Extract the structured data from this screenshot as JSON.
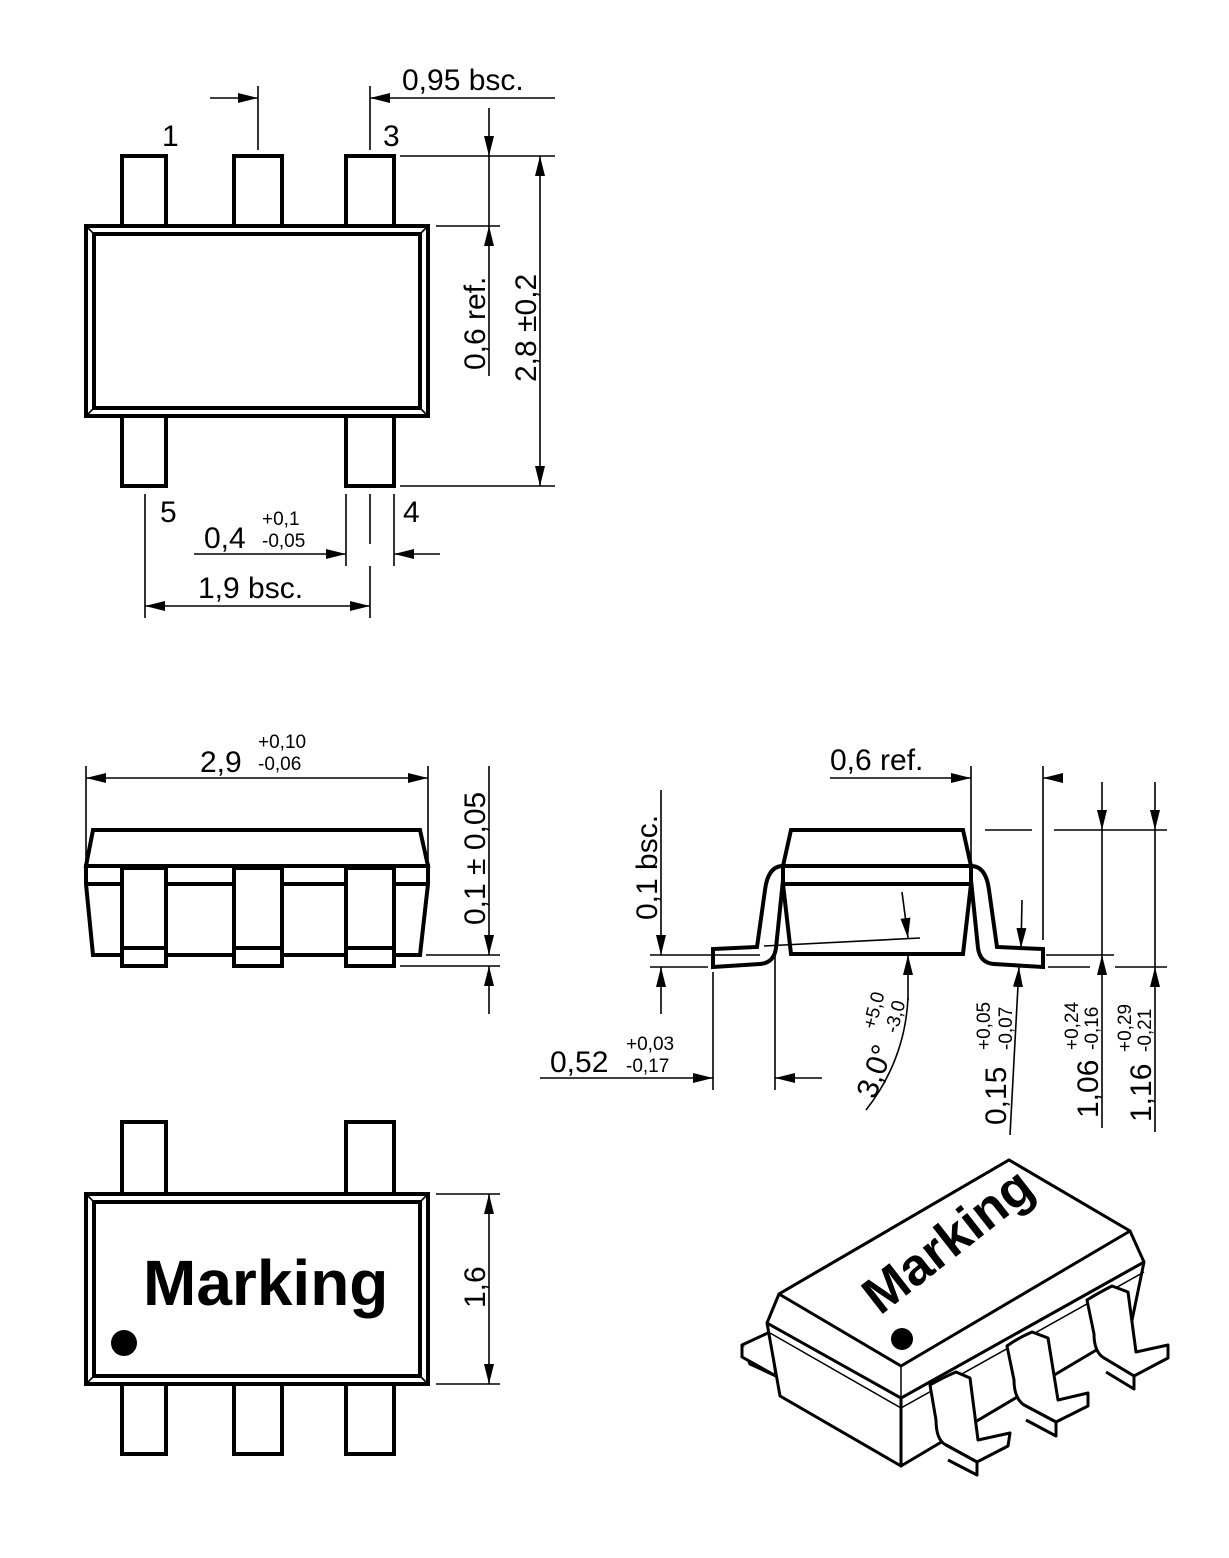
{
  "drawing": {
    "package_type": "SOT-23-5 style 5-lead package",
    "views": {
      "top_view": {
        "pin_labels": [
          "1",
          "3",
          "5",
          "4"
        ],
        "dims": {
          "pitch": "0,95  bsc.",
          "lead_length": "0,6  ref.",
          "overall_width": "2,8 ±0,2",
          "lead_width_nominal": "0,4",
          "lead_width_tol_plus": "+0,1",
          "lead_width_tol_minus": "-0,05",
          "pin_span": "1,9  bsc."
        }
      },
      "front_view": {
        "dims": {
          "body_length_nominal": "2,9",
          "body_length_tol_plus": "+0,10",
          "body_length_tol_minus": "-0,06",
          "standoff": "0,1 ± 0,05"
        }
      },
      "side_view": {
        "dims": {
          "lead_ref": "0,6  ref.",
          "lead_offset": "0,1  bsc.",
          "foot_length_nominal": "0,52",
          "foot_length_tol_plus": "+0,03",
          "foot_length_tol_minus": "-0,17",
          "angle_nominal": "3,0°",
          "angle_tol_plus": "+5,0",
          "angle_tol_minus": "-3,0",
          "lead_thickness_nominal": "0,15",
          "lead_thickness_tol_plus": "+0,05",
          "lead_thickness_tol_minus": "-0,07",
          "body_height_nominal": "1,06",
          "body_height_tol_plus": "+0,24",
          "body_height_tol_minus": "-0,16",
          "total_height_nominal": "1,16",
          "total_height_tol_plus": "+0,29",
          "total_height_tol_minus": "-0,21"
        }
      },
      "bottom_view": {
        "marking_text": "Marking",
        "dims": {
          "body_width": "1,6"
        }
      },
      "isometric_view": {
        "marking_text": "Marking"
      }
    }
  }
}
